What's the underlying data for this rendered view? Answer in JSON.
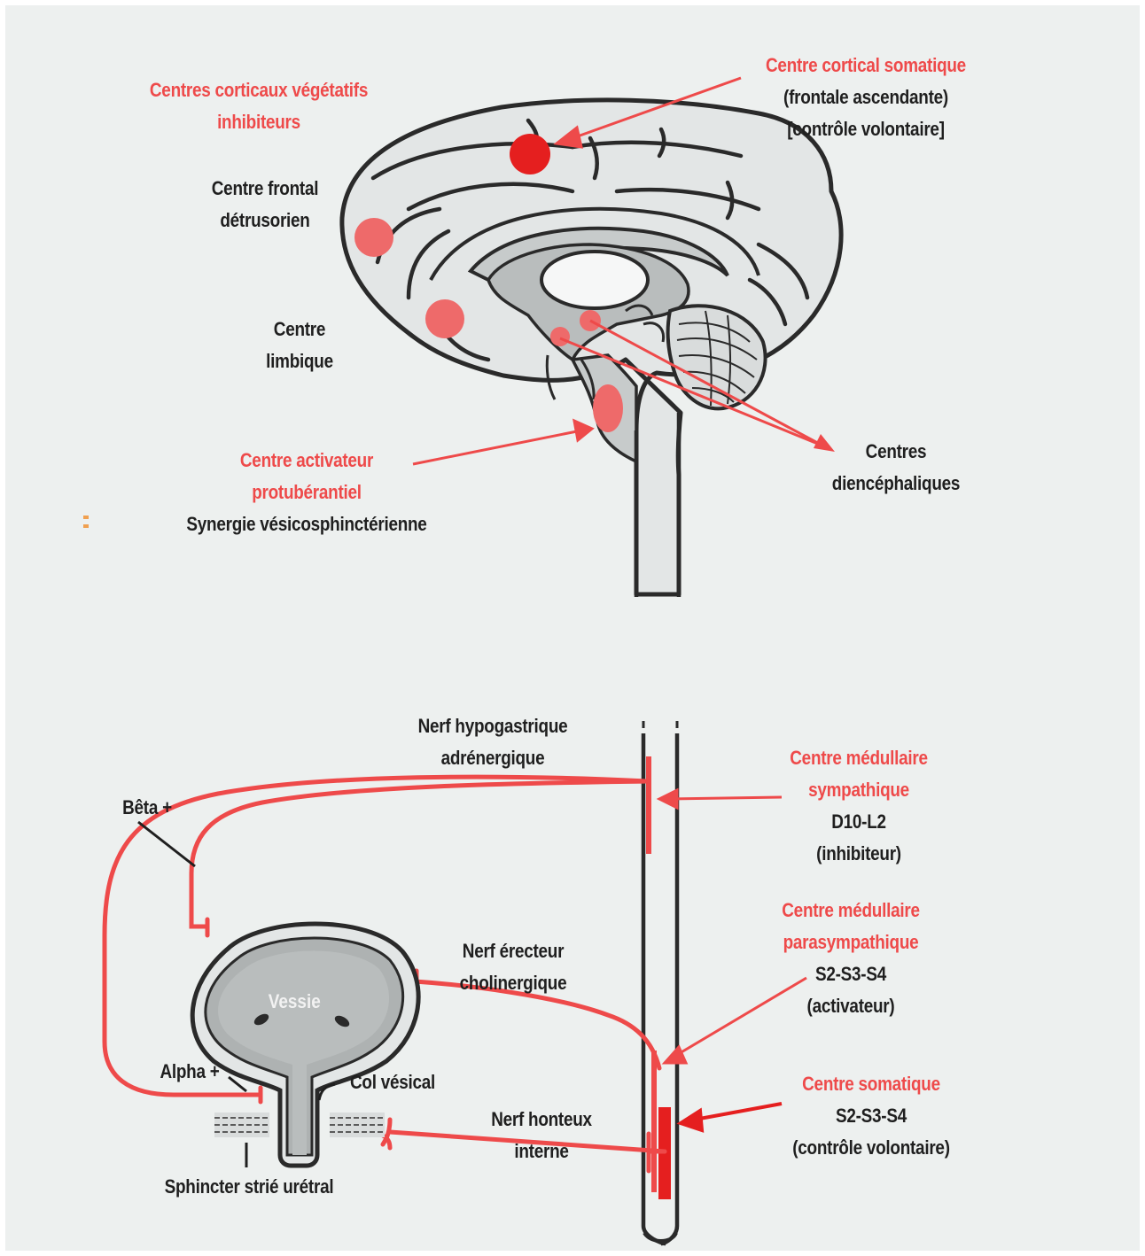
{
  "labels": {
    "cortical_veg": [
      "Centres corticaux végétatifs",
      "inhibiteurs"
    ],
    "cortical_som": [
      "Centre cortical somatique",
      "(frontale ascendante)",
      "[contrôle volontaire]"
    ],
    "frontal": [
      "Centre frontal",
      "détrusorien"
    ],
    "limbic": [
      "Centre",
      "limbique"
    ],
    "dienceph": [
      "Centres",
      "diencéphaliques"
    ],
    "pontine": [
      "Centre activateur",
      "protubérantiel",
      "Synergie vésicosphinctérienne"
    ],
    "hypogastric": [
      "Nerf hypogastrique",
      "adrénergique"
    ],
    "beta": "Bêta +",
    "symp": [
      "Centre médullaire",
      "sympathique",
      "D10-L2",
      "(inhibiteur)"
    ],
    "parasymp": [
      "Centre médullaire",
      "parasympathique",
      "S2-S3-S4",
      "(activateur)"
    ],
    "erector": [
      "Nerf érecteur",
      "cholinergique"
    ],
    "vessie": "Vessie",
    "alpha": "Alpha +",
    "col": "Col vésical",
    "pudendal": [
      "Nerf honteux",
      "interne"
    ],
    "somatic": [
      "Centre somatique",
      "S2-S3-S4",
      "(contrôle volontaire)"
    ],
    "sphincter": "Sphincter strié urétral"
  },
  "colors": {
    "accent": "#ee4a4a",
    "text": "#1f1f1f",
    "background": "#edf0ef"
  }
}
